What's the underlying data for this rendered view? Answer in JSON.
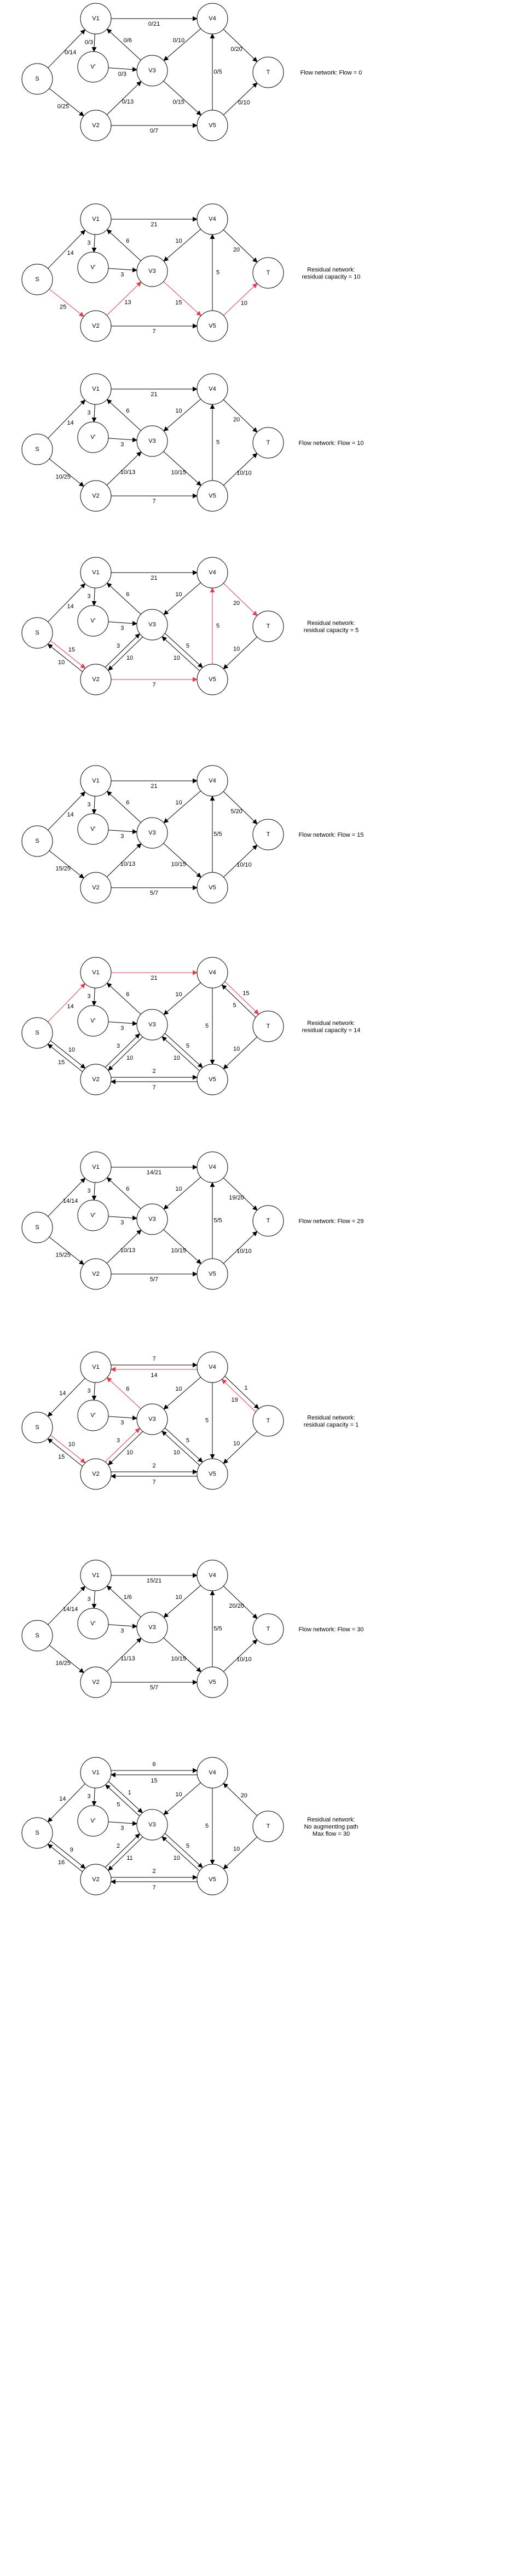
{
  "colors": {
    "normal": "#000000",
    "highlight": "#e8394c"
  },
  "node_labels": [
    "S",
    "V1",
    "V'",
    "V2",
    "V3",
    "V4",
    "V5",
    "T"
  ],
  "panels": [
    {
      "caption": [
        "Flow network: Flow = 0"
      ],
      "edges": [
        {
          "from": "S",
          "to": "V1",
          "label": "0/14"
        },
        {
          "from": "S",
          "to": "V2",
          "label": "0/25"
        },
        {
          "from": "V1",
          "to": "V'",
          "label": "0/3"
        },
        {
          "from": "V1",
          "to": "V4",
          "label": "0/21"
        },
        {
          "from": "V3",
          "to": "V1",
          "label": "0/6"
        },
        {
          "from": "V'",
          "to": "V3",
          "label": "0/3"
        },
        {
          "from": "V2",
          "to": "V3",
          "label": "0/13"
        },
        {
          "from": "V2",
          "to": "V5",
          "label": "0/7"
        },
        {
          "from": "V3",
          "to": "V5",
          "label": "0/15"
        },
        {
          "from": "V4",
          "to": "V3",
          "label": "0/10"
        },
        {
          "from": "V5",
          "to": "V4",
          "label": "0/5"
        },
        {
          "from": "V4",
          "to": "T",
          "label": "0/20"
        },
        {
          "from": "V5",
          "to": "T",
          "label": "0/10"
        }
      ]
    },
    {
      "caption": [
        "Residual network:",
        "residual capacity = 10"
      ],
      "edges": [
        {
          "from": "S",
          "to": "V1",
          "label": "14"
        },
        {
          "from": "S",
          "to": "V2",
          "label": "25",
          "hl": true
        },
        {
          "from": "V1",
          "to": "V'",
          "label": "3"
        },
        {
          "from": "V1",
          "to": "V4",
          "label": "21"
        },
        {
          "from": "V3",
          "to": "V1",
          "label": "6"
        },
        {
          "from": "V'",
          "to": "V3",
          "label": "3"
        },
        {
          "from": "V2",
          "to": "V3",
          "label": "13",
          "hl": true
        },
        {
          "from": "V2",
          "to": "V5",
          "label": "7"
        },
        {
          "from": "V3",
          "to": "V5",
          "label": "15",
          "hl": true
        },
        {
          "from": "V4",
          "to": "V3",
          "label": "10"
        },
        {
          "from": "V5",
          "to": "V4",
          "label": "5"
        },
        {
          "from": "V4",
          "to": "T",
          "label": "20"
        },
        {
          "from": "V5",
          "to": "T",
          "label": "10",
          "hl": true
        }
      ]
    },
    {
      "caption": [
        "Flow network: Flow = 10"
      ],
      "edges": [
        {
          "from": "S",
          "to": "V1",
          "label": "14"
        },
        {
          "from": "S",
          "to": "V2",
          "label": "10/25"
        },
        {
          "from": "V1",
          "to": "V'",
          "label": "3"
        },
        {
          "from": "V1",
          "to": "V4",
          "label": "21"
        },
        {
          "from": "V3",
          "to": "V1",
          "label": "6"
        },
        {
          "from": "V'",
          "to": "V3",
          "label": "3"
        },
        {
          "from": "V2",
          "to": "V3",
          "label": "10/13"
        },
        {
          "from": "V2",
          "to": "V5",
          "label": "7"
        },
        {
          "from": "V3",
          "to": "V5",
          "label": "10/15"
        },
        {
          "from": "V4",
          "to": "V3",
          "label": "10"
        },
        {
          "from": "V5",
          "to": "V4",
          "label": "5"
        },
        {
          "from": "V4",
          "to": "T",
          "label": "20"
        },
        {
          "from": "V5",
          "to": "T",
          "label": "10/10"
        }
      ]
    },
    {
      "caption": [
        "Residual network:",
        "residual capacity = 5"
      ],
      "edges": [
        {
          "from": "S",
          "to": "V1",
          "label": "14"
        },
        {
          "from": "S",
          "to": "V2",
          "label": "15",
          "hl": true,
          "side": -1
        },
        {
          "from": "V2",
          "to": "S",
          "label": "10",
          "side": -1
        },
        {
          "from": "V1",
          "to": "V'",
          "label": "3"
        },
        {
          "from": "V1",
          "to": "V4",
          "label": "21"
        },
        {
          "from": "V3",
          "to": "V1",
          "label": "6"
        },
        {
          "from": "V'",
          "to": "V3",
          "label": "3"
        },
        {
          "from": "V2",
          "to": "V3",
          "label": "3",
          "side": -1
        },
        {
          "from": "V3",
          "to": "V2",
          "label": "10",
          "side": -1
        },
        {
          "from": "V2",
          "to": "V5",
          "label": "7",
          "hl": true
        },
        {
          "from": "V3",
          "to": "V5",
          "label": "5",
          "side": -1
        },
        {
          "from": "V5",
          "to": "V3",
          "label": "10",
          "side": -1
        },
        {
          "from": "V4",
          "to": "V3",
          "label": "10"
        },
        {
          "from": "V5",
          "to": "V4",
          "label": "5",
          "hl": true
        },
        {
          "from": "V4",
          "to": "T",
          "label": "20",
          "hl": true
        },
        {
          "from": "T",
          "to": "V5",
          "label": "10"
        }
      ]
    },
    {
      "caption": [
        "Flow network: Flow = 15"
      ],
      "edges": [
        {
          "from": "S",
          "to": "V1",
          "label": "14"
        },
        {
          "from": "S",
          "to": "V2",
          "label": "15/25"
        },
        {
          "from": "V1",
          "to": "V'",
          "label": "3"
        },
        {
          "from": "V1",
          "to": "V4",
          "label": "21"
        },
        {
          "from": "V3",
          "to": "V1",
          "label": "6"
        },
        {
          "from": "V'",
          "to": "V3",
          "label": "3"
        },
        {
          "from": "V2",
          "to": "V3",
          "label": "10/13"
        },
        {
          "from": "V2",
          "to": "V5",
          "label": "5/7"
        },
        {
          "from": "V3",
          "to": "V5",
          "label": "10/15"
        },
        {
          "from": "V4",
          "to": "V3",
          "label": "10"
        },
        {
          "from": "V5",
          "to": "V4",
          "label": "5/5"
        },
        {
          "from": "V4",
          "to": "T",
          "label": "5/20"
        },
        {
          "from": "V5",
          "to": "T",
          "label": "10/10"
        }
      ]
    },
    {
      "caption": [
        "Residual network:",
        "residual capacity = 14"
      ],
      "edges": [
        {
          "from": "S",
          "to": "V1",
          "label": "14",
          "hl": true
        },
        {
          "from": "S",
          "to": "V2",
          "label": "10",
          "side": -1
        },
        {
          "from": "V2",
          "to": "S",
          "label": "15",
          "side": -1
        },
        {
          "from": "V1",
          "to": "V'",
          "label": "3"
        },
        {
          "from": "V1",
          "to": "V4",
          "label": "21",
          "hl": true
        },
        {
          "from": "V3",
          "to": "V1",
          "label": "6"
        },
        {
          "from": "V'",
          "to": "V3",
          "label": "3"
        },
        {
          "from": "V2",
          "to": "V3",
          "label": "3",
          "side": -1
        },
        {
          "from": "V3",
          "to": "V2",
          "label": "10",
          "side": -1
        },
        {
          "from": "V2",
          "to": "V5",
          "label": "2",
          "side": -1
        },
        {
          "from": "V5",
          "to": "V2",
          "label": "7",
          "side": -1
        },
        {
          "from": "V3",
          "to": "V5",
          "label": "5",
          "side": -1
        },
        {
          "from": "V5",
          "to": "V3",
          "label": "10",
          "side": -1
        },
        {
          "from": "V4",
          "to": "V3",
          "label": "10"
        },
        {
          "from": "V4",
          "to": "V5",
          "label": "5"
        },
        {
          "from": "V4",
          "to": "T",
          "label": "15",
          "hl": true,
          "side": -1
        },
        {
          "from": "T",
          "to": "V4",
          "label": "5",
          "side": -1
        },
        {
          "from": "T",
          "to": "V5",
          "label": "10"
        }
      ]
    },
    {
      "caption": [
        "Flow network: Flow = 29"
      ],
      "edges": [
        {
          "from": "S",
          "to": "V1",
          "label": "14/14"
        },
        {
          "from": "S",
          "to": "V2",
          "label": "15/25"
        },
        {
          "from": "V1",
          "to": "V'",
          "label": "3"
        },
        {
          "from": "V1",
          "to": "V4",
          "label": "14/21"
        },
        {
          "from": "V3",
          "to": "V1",
          "label": "6"
        },
        {
          "from": "V'",
          "to": "V3",
          "label": "3"
        },
        {
          "from": "V2",
          "to": "V3",
          "label": "10/13"
        },
        {
          "from": "V2",
          "to": "V5",
          "label": "5/7"
        },
        {
          "from": "V3",
          "to": "V5",
          "label": "10/15"
        },
        {
          "from": "V4",
          "to": "V3",
          "label": "10"
        },
        {
          "from": "V5",
          "to": "V4",
          "label": "5/5"
        },
        {
          "from": "V4",
          "to": "T",
          "label": "19/20"
        },
        {
          "from": "V5",
          "to": "T",
          "label": "10/10"
        }
      ]
    },
    {
      "caption": [
        "Residual network:",
        "residual capacity = 1"
      ],
      "edges": [
        {
          "from": "V2",
          "to": "S",
          "label": "15",
          "side": -1
        },
        {
          "from": "S",
          "to": "V2",
          "label": "10",
          "hl": true,
          "side": -1
        },
        {
          "from": "V1",
          "to": "S",
          "label": "14"
        },
        {
          "from": "V1",
          "to": "V'",
          "label": "3"
        },
        {
          "from": "V1",
          "to": "V4",
          "label": "7",
          "side": -1
        },
        {
          "from": "V4",
          "to": "V1",
          "label": "14",
          "hl": true,
          "side": -1
        },
        {
          "from": "V3",
          "to": "V1",
          "label": "6",
          "hl": true
        },
        {
          "from": "V'",
          "to": "V3",
          "label": "3"
        },
        {
          "from": "V2",
          "to": "V3",
          "label": "3",
          "hl": true,
          "side": -1
        },
        {
          "from": "V3",
          "to": "V2",
          "label": "10",
          "side": -1
        },
        {
          "from": "V2",
          "to": "V5",
          "label": "2",
          "side": -1
        },
        {
          "from": "V5",
          "to": "V2",
          "label": "7",
          "side": -1
        },
        {
          "from": "V3",
          "to": "V5",
          "label": "5",
          "side": -1
        },
        {
          "from": "V5",
          "to": "V3",
          "label": "10",
          "side": -1
        },
        {
          "from": "V4",
          "to": "V3",
          "label": "10"
        },
        {
          "from": "V4",
          "to": "V5",
          "label": "5"
        },
        {
          "from": "V4",
          "to": "T",
          "label": "1",
          "side": -1
        },
        {
          "from": "T",
          "to": "V4",
          "label": "19",
          "hl": true,
          "side": -1
        },
        {
          "from": "T",
          "to": "V5",
          "label": "10"
        }
      ]
    },
    {
      "caption": [
        "Flow network: Flow = 30"
      ],
      "edges": [
        {
          "from": "S",
          "to": "V1",
          "label": "14/14"
        },
        {
          "from": "S",
          "to": "V2",
          "label": "16/25"
        },
        {
          "from": "V1",
          "to": "V'",
          "label": "3"
        },
        {
          "from": "V1",
          "to": "V4",
          "label": "15/21"
        },
        {
          "from": "V3",
          "to": "V1",
          "label": "1/6"
        },
        {
          "from": "V'",
          "to": "V3",
          "label": "3"
        },
        {
          "from": "V2",
          "to": "V3",
          "label": "11/13"
        },
        {
          "from": "V2",
          "to": "V5",
          "label": "5/7"
        },
        {
          "from": "V3",
          "to": "V5",
          "label": "10/15"
        },
        {
          "from": "V4",
          "to": "V3",
          "label": "10"
        },
        {
          "from": "V5",
          "to": "V4",
          "label": "5/5"
        },
        {
          "from": "V4",
          "to": "T",
          "label": "20/20"
        },
        {
          "from": "V5",
          "to": "T",
          "label": "10/10"
        }
      ]
    },
    {
      "caption": [
        "Residual network:",
        "No augmenting path",
        "Max flow = 30"
      ],
      "edges": [
        {
          "from": "V2",
          "to": "S",
          "label": "16",
          "side": -1
        },
        {
          "from": "S",
          "to": "V2",
          "label": "9",
          "side": -1
        },
        {
          "from": "V1",
          "to": "S",
          "label": "14"
        },
        {
          "from": "V1",
          "to": "V'",
          "label": "3"
        },
        {
          "from": "V1",
          "to": "V4",
          "label": "6",
          "side": -1
        },
        {
          "from": "V4",
          "to": "V1",
          "label": "15",
          "side": -1
        },
        {
          "from": "V1",
          "to": "V3",
          "label": "1",
          "side": -1
        },
        {
          "from": "V3",
          "to": "V1",
          "label": "5",
          "side": -1
        },
        {
          "from": "V'",
          "to": "V3",
          "label": "3"
        },
        {
          "from": "V2",
          "to": "V3",
          "label": "2",
          "side": -1
        },
        {
          "from": "V3",
          "to": "V2",
          "label": "11",
          "side": -1
        },
        {
          "from": "V2",
          "to": "V5",
          "label": "2",
          "side": -1
        },
        {
          "from": "V5",
          "to": "V2",
          "label": "7",
          "side": -1
        },
        {
          "from": "V3",
          "to": "V5",
          "label": "5",
          "side": -1
        },
        {
          "from": "V5",
          "to": "V3",
          "label": "10",
          "side": -1
        },
        {
          "from": "V4",
          "to": "V3",
          "label": "10"
        },
        {
          "from": "V4",
          "to": "V5",
          "label": "5"
        },
        {
          "from": "T",
          "to": "V4",
          "label": "20"
        },
        {
          "from": "T",
          "to": "V5",
          "label": "10"
        }
      ]
    }
  ]
}
